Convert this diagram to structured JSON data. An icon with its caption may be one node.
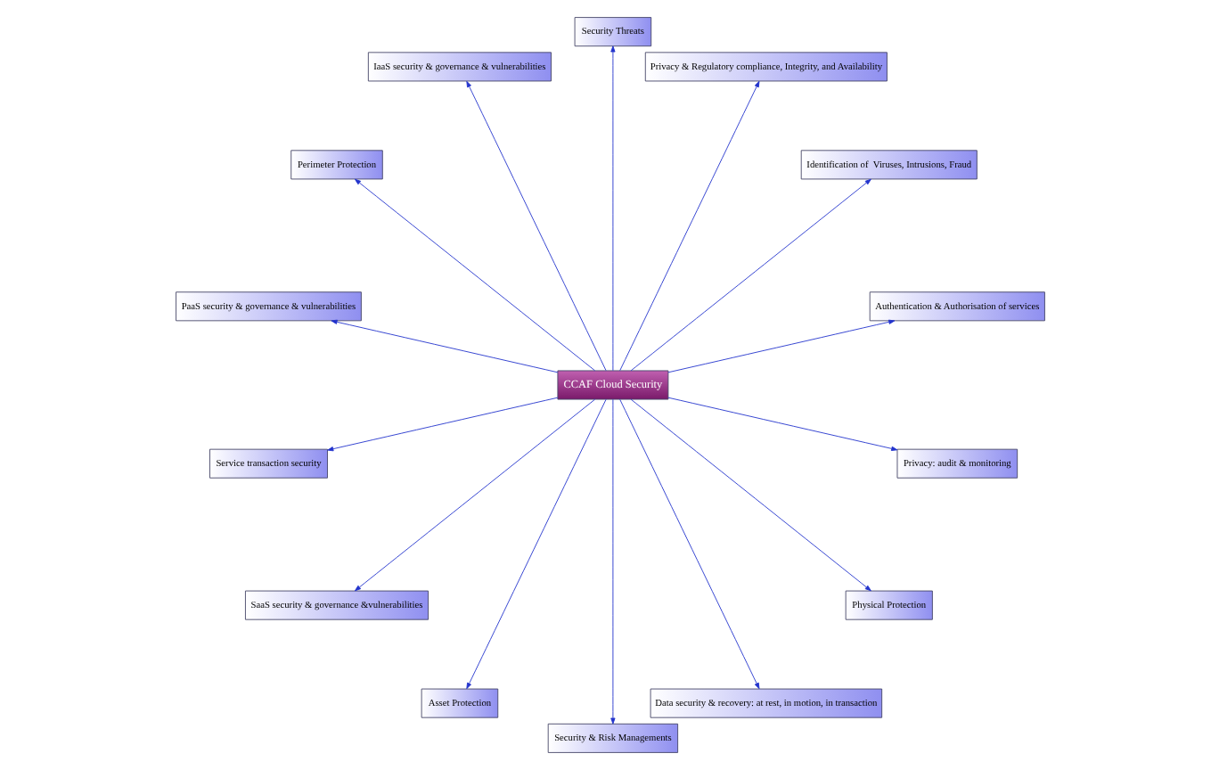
{
  "diagram": {
    "nodes": [
      {
        "text": [
          "CCAF Cloud Security"
        ]
      },
      {
        "text": [
          "Authentication & Authorisation of services"
        ]
      },
      {
        "text": [
          "Identification of  Viruses, Intrusions, Fraud"
        ]
      },
      {
        "text": [
          "Privacy & Regulatory compliance, Integrity, and Availability"
        ]
      },
      {
        "text": [
          "Security Threats"
        ]
      },
      {
        "text": [
          "IaaS security & governance & vulnerabilities"
        ]
      },
      {
        "text": [
          "Perimeter Protection"
        ]
      },
      {
        "text": [
          "PaaS security & governance & vulnerabilities"
        ]
      },
      {
        "text": [
          "Service transaction security"
        ]
      },
      {
        "text": [
          "SaaS security & governance &vulnerabilities"
        ]
      },
      {
        "text": [
          "Asset Protection"
        ]
      },
      {
        "text": [
          "Security & Risk Managements"
        ]
      },
      {
        "text": [
          "Data security & recovery: at rest, in motion, in transaction"
        ]
      },
      {
        "text": [
          "Physical Protection"
        ]
      },
      {
        "text": [
          "Privacy: audit & monitoring"
        ]
      }
    ],
    "edges": [
      {
        "from": 0,
        "to": 1,
        "arrow": "to"
      },
      {
        "from": 0,
        "to": 2,
        "arrow": "to"
      },
      {
        "from": 0,
        "to": 3,
        "arrow": "to"
      },
      {
        "from": 0,
        "to": 4,
        "arrow": "to"
      },
      {
        "from": 0,
        "to": 5,
        "arrow": "to"
      },
      {
        "from": 0,
        "to": 6,
        "arrow": "to"
      },
      {
        "from": 0,
        "to": 7,
        "arrow": "to"
      },
      {
        "from": 0,
        "to": 8,
        "arrow": "to"
      },
      {
        "from": 0,
        "to": 9,
        "arrow": "to"
      },
      {
        "from": 0,
        "to": 10,
        "arrow": "to"
      },
      {
        "from": 0,
        "to": 11,
        "arrow": "to"
      },
      {
        "from": 0,
        "to": 12,
        "arrow": "to"
      },
      {
        "from": 0,
        "to": 13,
        "arrow": "to"
      },
      {
        "from": 0,
        "to": 14,
        "arrow": "to"
      }
    ]
  }
}
